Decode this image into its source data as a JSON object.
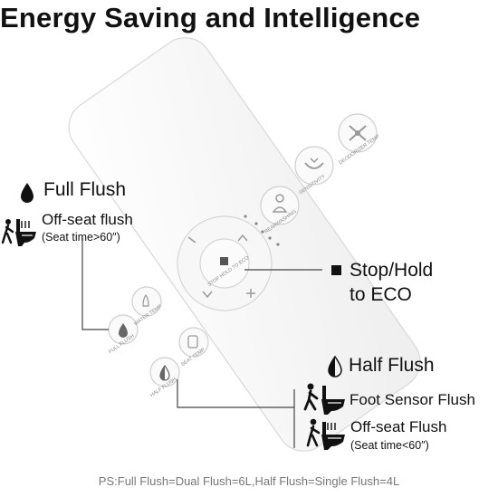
{
  "title": "Energy Saving and Intelligence",
  "remote": {
    "btn_deodorizer": "DEODORIZER TEMP",
    "btn_bidet": "SENSITIVITY",
    "btn_rearwashing": "REARWASHING",
    "btn_water_temp": "WATER TEMP",
    "btn_full_flush": "FULL FLUSH",
    "btn_seat_temp": "SEAT TEMP",
    "btn_half_flush": "HALF FLUSH",
    "btn_stop": "STOP HOLD TO ECO"
  },
  "full_flush": {
    "heading": "Full Flush",
    "line1": "Off-seat flush",
    "line2": "(Seat time>60″)"
  },
  "stop": {
    "line1": "Stop/Hold",
    "line2": "to ECO"
  },
  "half_flush": {
    "heading": "Half Flush",
    "foot_sensor": "Foot Sensor Flush",
    "off_seat": "Off-seat Flush",
    "off_seat_note": "(Seat time<60″)"
  },
  "footnote": "PS:Full Flush=Dual Flush=6L,Half Flush=Single Flush=4L"
}
